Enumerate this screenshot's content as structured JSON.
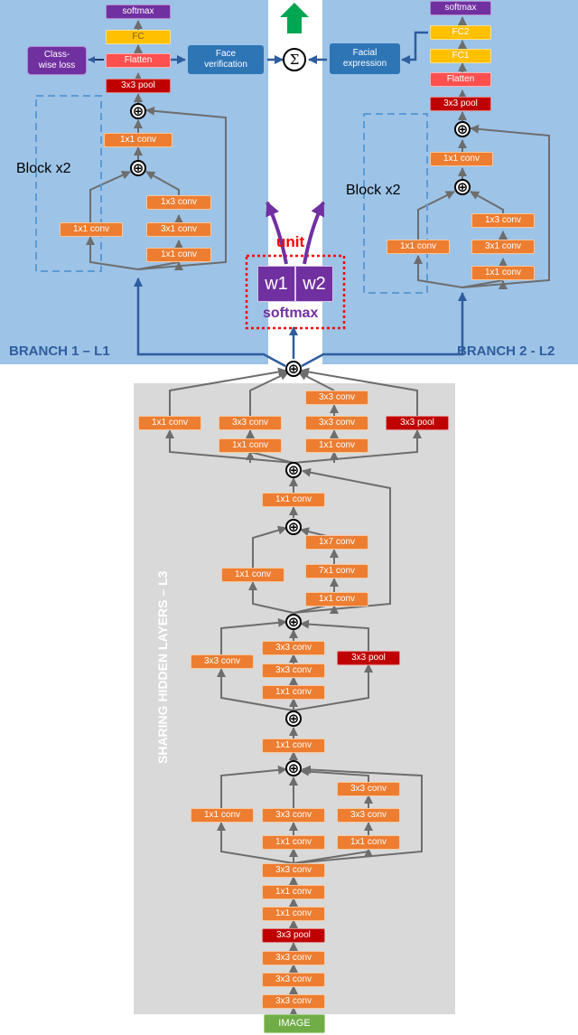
{
  "branch1": {
    "label": "BRANCH 1 – L1",
    "softmax": "softmax",
    "fc": "FC",
    "flatten": "Flatten",
    "loss": "Class-\nwise loss",
    "verify": "Face\nverification",
    "pool": "3x3 pool",
    "block_label": "Block x2",
    "conv_top": "1x1 conv",
    "conv_left": "1x1 conv",
    "conv_r1": "1x3 conv",
    "conv_r2": "3x1 conv",
    "conv_r3": "1x1 conv"
  },
  "branch2": {
    "label": "BRANCH 2 - L2",
    "softmax": "softmax",
    "fc2": "FC2",
    "fc1": "FC1",
    "flatten": "Flatten",
    "expr": "Facial\nexpression",
    "pool": "3x3 pool",
    "block_label": "Block x2",
    "conv_top": "1x1 conv",
    "conv_left": "1x1 conv",
    "conv_r1": "1x3 conv",
    "conv_r2": "3x1 conv",
    "conv_r3": "1x1 conv"
  },
  "unit": {
    "label": "unit",
    "w1": "w1",
    "w2": "w2",
    "softmax": "softmax",
    "sum_symbol": "Σ"
  },
  "shared": {
    "label": "SHARING HIDDEN LAYERS – L3",
    "image": "IMAGE",
    "plus": "⊕",
    "b1_c1": "1x1 conv",
    "b1_c2a": "3x3 conv",
    "b1_c2b": "1x1 conv",
    "b1_c3a": "3x3 conv",
    "b1_c3b": "3x3 conv",
    "b1_c3c": "1x1 conv",
    "b1_pool": "3x3 pool",
    "mid_c1": "1x1 conv",
    "b2_c1": "1x1 conv",
    "b2_c2a": "1x7 conv",
    "b2_c2b": "7x1 conv",
    "b2_c2c": "1x1 conv",
    "b3_c1": "3x3 conv",
    "b3_c2a": "3x3 conv",
    "b3_c2b": "3x3 conv",
    "b3_c2c": "1x1 conv",
    "b3_pool": "3x3 pool",
    "mid_c2": "1x1 conv",
    "b4_c1": "1x1 conv",
    "b4_c2a": "3x3 conv",
    "b4_c2b": "1x1 conv",
    "b4_c3a": "3x3 conv",
    "b4_c3b": "3x3 conv",
    "b4_c3c": "1x1 conv",
    "stem1": "3x3 conv",
    "stem2": "1x1 conv",
    "stem3": "1x1 conv",
    "stem4": "3x3 pool",
    "stem5": "3x3 conv",
    "stem6": "3x3 conv",
    "stem7": "3x3 conv"
  },
  "colors": {
    "branch_bg": "#9dc3e6",
    "shared_bg": "#d9d9d9",
    "arrow_blue": "#2e5d9f",
    "arrow_gray": "#6d6d6d",
    "conv": "#ed7d31",
    "pool": "#c00000",
    "unit_red": "#ff0000",
    "unit_purple": "#7030a0",
    "output_green": "#00a651"
  }
}
